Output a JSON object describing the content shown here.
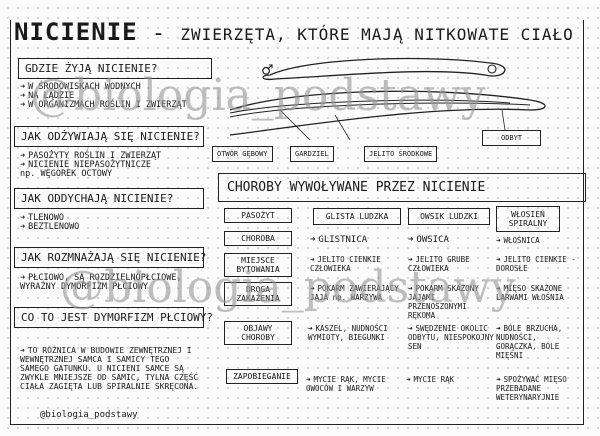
{
  "title": {
    "main": "NICIENIE",
    "dash": " - ",
    "subtitle": "ZWIERZĘTA, KTÓRE MAJĄ NITKOWATE CIAŁO"
  },
  "left_sections": [
    {
      "question": "GDZIE ŻYJĄ NICIENIE?",
      "answers": [
        "W ŚRODOWISKACH WODNYCH",
        "NA LĄDZIE",
        "W ORGANIZMACH ROŚLIN I ZWIERZĄT"
      ]
    },
    {
      "question": "JAK ODŻYWIAJĄ SIĘ NICIENIE?",
      "answers": [
        "PASOŻYTY ROŚLIN I ZWIERZĄT",
        "NICIENIE NIEPASOŻYTNICZE np. WĘGOREK OCTOWY"
      ]
    },
    {
      "question": "JAK ODDYCHAJĄ NICIENIE?",
      "answers": [
        "TLENOWO",
        "BEZTLENOWO"
      ]
    },
    {
      "question": "JAK ROZMNAŻAJĄ SIĘ NICIENIE?",
      "answers": [
        "PŁCIOWO, SĄ ROZDZIELNOPŁCIOWE, WYRAŹNY DYMORFIZM PŁCIOWY"
      ]
    },
    {
      "question": "CO TO JEST DYMORFIZM PŁCIOWY?",
      "answers": [
        "TO RÓŻNICA W BUDOWIE ZEWNĘTRZNEJ I WEWNĘTRZNEJ SAMCA I SAMICY TEGO SAMEGO GATUNKU. U NICIENI SAMCE SĄ ZWYKLE MNIEJSZE OD SAMIC, TYLNA CZĘŚĆ CIAŁA ZAGIĘTA LUB SPIRALNIE SKRĘCONA."
      ]
    }
  ],
  "diagram": {
    "male_symbol": "♂",
    "labels": [
      "OTWÓR GĘBOWY",
      "GARDZIEL",
      "JELITO ŚRODKOWE",
      "ODBYT"
    ]
  },
  "diseases": {
    "header": "CHOROBY WYWOŁYWANE PRZEZ NICIENIE",
    "row_labels": [
      "PASOŻYT",
      "CHOROBA",
      "MIEJSCE BYTOWANIA",
      "DROGA ZAKAŻENIA",
      "OBJAWY CHOROBY",
      "ZAPOBIEGANIE"
    ],
    "columns": [
      {
        "parasite": "GLISTA LUDZKA",
        "disease": "GLISTNICA",
        "habitat": "JELITO CIENKIE CZŁOWIEKA",
        "infection": "POKARM ZAWIERAJĄCY JAJA np. WARZYWA",
        "symptoms": "KASZEL, NUDNOŚCI WYMIOTY, BIEGUNKI",
        "prevention": "MYCIE RĄK, MYCIE OWOCÓW I WARZYW"
      },
      {
        "parasite": "OWSIK LUDZKI",
        "disease": "OWSICA",
        "habitat": "JELITO GRUBE CZŁOWIEKA",
        "infection": "POKARM SKAŻONY JAJAMI PRZENOSZONYMI RĘKOMA",
        "symptoms": "SWĘDZENIE OKOLIC ODBYTU, NIESPOKOJNY SEN",
        "prevention": "MYCIE RĄK"
      },
      {
        "parasite": "WŁOSIEŃ SPIRALNY",
        "disease": "WŁOŚNICA",
        "habitat": "JELITO CIENKIE - DOROSŁE",
        "infection": "MIĘSO SKAŻONE LARWAMI WŁOŚNIA",
        "symptoms": "BÓLE BRZUCHA, NUDNOŚCI, GORĄCZKA, BÓLE MIĘŚNI",
        "prevention": "SPOŻYWAĆ MIĘSO PRZEBADANE WETERYNARYJNIE"
      }
    ]
  },
  "watermark": {
    "line1": "@biologia_podstawy",
    "line2": "@biologia_podstawy"
  },
  "signature": "@biologia_podstawy",
  "arrow_glyph": "➜"
}
